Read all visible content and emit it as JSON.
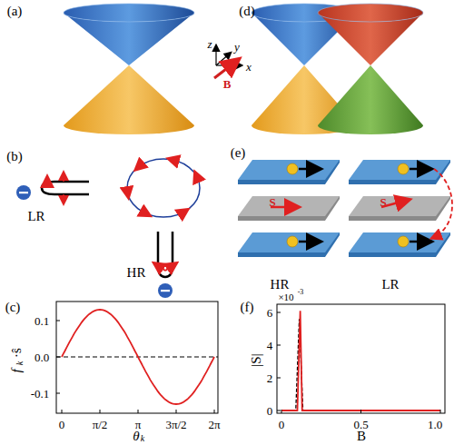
{
  "diagram": {
    "labels": [
      "(a)",
      "z",
      "y",
      "x",
      "B",
      "(d)",
      "(b)",
      "LR",
      "HR",
      "(e)",
      "S",
      "S",
      "HR",
      "LR",
      "(c)",
      "f",
      "k",
      "·ŝ",
      "0.1",
      "0.0",
      "-0.1",
      "0",
      "π/2",
      "π",
      "3π/2",
      "2π",
      "θ",
      "k",
      "(f)",
      "×10",
      "-3",
      "6",
      "4",
      "2",
      "0",
      "0",
      "0.5",
      "1.0",
      "B",
      "|S|"
    ]
  }
}
